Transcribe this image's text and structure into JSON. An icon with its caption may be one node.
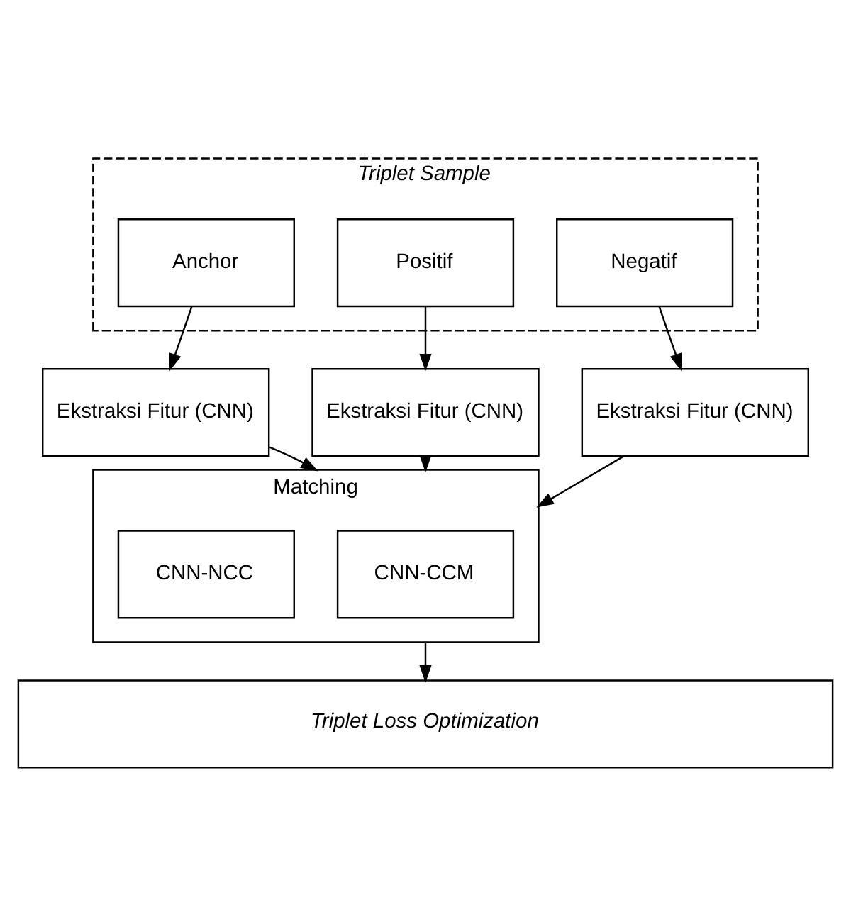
{
  "diagram": {
    "nodes": [
      {
        "text": [
          "Triplet Sample"
        ]
      },
      {
        "text": [
          "Anchor"
        ],
        "in": 0
      },
      {
        "text": [
          "Positif"
        ],
        "in": 0
      },
      {
        "text": [
          "Negatif"
        ],
        "in": 0
      },
      {
        "text": [
          "Ekstraksi Fitur (CNN)"
        ]
      },
      {
        "text": [
          "Ekstraksi Fitur (CNN)"
        ]
      },
      {
        "text": [
          "Ekstraksi Fitur (CNN)"
        ]
      },
      {
        "text": [
          "Matching"
        ]
      },
      {
        "text": [
          "CNN-CCM"
        ],
        "in": 7
      },
      {
        "text": [
          "CNN-NCC"
        ],
        "in": 7
      },
      {
        "text": [
          "Triplet Loss Optimization"
        ]
      }
    ],
    "edges": [
      {
        "from": 1,
        "to": 4,
        "arrow": "to"
      },
      {
        "from": 2,
        "to": 5,
        "arrow": "to"
      },
      {
        "from": 3,
        "to": 6,
        "arrow": "to"
      },
      {
        "from": 4,
        "to": 7,
        "arrow": "to"
      },
      {
        "from": 5,
        "to": 7,
        "arrow": "to"
      },
      {
        "from": 6,
        "to": 7,
        "arrow": "to"
      },
      {
        "from": 7,
        "to": 10,
        "arrow": "to"
      }
    ]
  }
}
